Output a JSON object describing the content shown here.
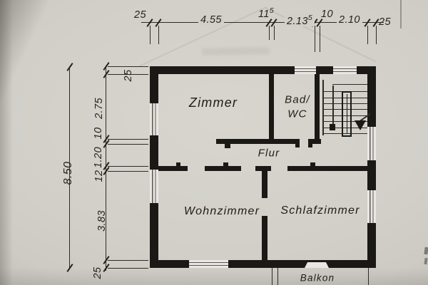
{
  "rooms": {
    "zimmer": "Zimmer",
    "bad_line1": "Bad/",
    "bad_line2": "WC",
    "flur": "Flur",
    "wohnzimmer": "Wohnzimmer",
    "schlafzimmer": "Schlafzimmer",
    "balkon": "Balkon"
  },
  "dims": {
    "top": {
      "wall_left": "25",
      "zimmer_width": "4.55",
      "partition": {
        "main": "11",
        "sup": "5"
      },
      "bad_width": {
        "main": "2.13",
        "sup": "5"
      },
      "partition2": "10",
      "stair_width": "2.10",
      "wall_right": "25"
    },
    "left": {
      "wall_top": "25",
      "zimmer_depth": "2.75",
      "partition": "10",
      "flur_width": "1.20",
      "partition2": "12",
      "rooms_depth": "3.83",
      "wall_bottom": "25",
      "total": "8.50"
    }
  },
  "colors": {
    "paper": "#d2cfc9",
    "ink": "#1b1915"
  }
}
